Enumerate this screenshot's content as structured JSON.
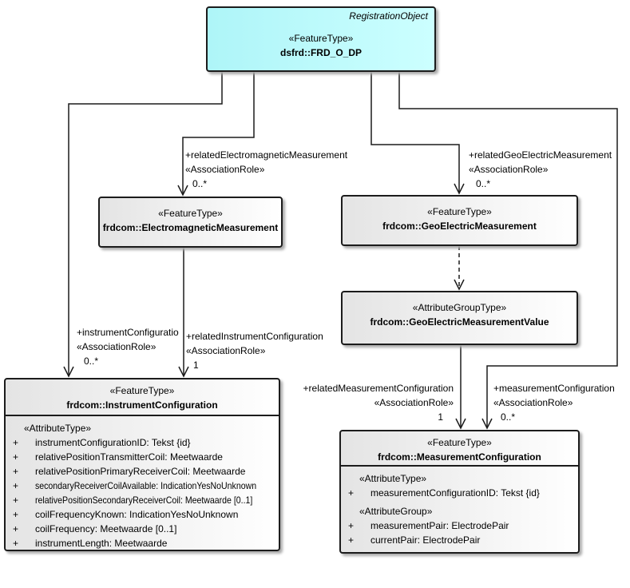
{
  "nodes": {
    "frd_o_dp": {
      "tag": "RegistrationObject",
      "stereotype": "«FeatureType»",
      "name": "dsfrd::FRD_O_DP"
    },
    "electromagnetic_measurement": {
      "stereotype": "«FeatureType»",
      "name": "frdcom::ElectromagneticMeasurement"
    },
    "geo_electric_measurement": {
      "stereotype": "«FeatureType»",
      "name": "frdcom::GeoElectricMeasurement"
    },
    "geo_electric_measurement_value": {
      "stereotype": "«AttributeGroupType»",
      "name": "frdcom::GeoElectricMeasurementValue"
    },
    "instrument_configuration": {
      "stereotype": "«FeatureType»",
      "name": "frdcom::InstrumentConfiguration",
      "attr_header": "«AttributeType»",
      "attributes": [
        {
          "vis": "+",
          "text": "instrumentConfigurationID: Tekst {id}"
        },
        {
          "vis": "+",
          "text": "relativePositionTransmitterCoil: Meetwaarde"
        },
        {
          "vis": "+",
          "text": "relativePositionPrimaryReceiverCoil: Meetwaarde"
        },
        {
          "vis": "+",
          "text": "secondaryReceiverCoilAvailable: IndicationYesNoUnknown"
        },
        {
          "vis": "+",
          "text": "relativePositionSecondaryReceiverCoil: Meetwaarde [0..1]"
        },
        {
          "vis": "+",
          "text": "coilFrequencyKnown: IndicationYesNoUnknown"
        },
        {
          "vis": "+",
          "text": "coilFrequency: Meetwaarde [0..1]"
        },
        {
          "vis": "+",
          "text": "instrumentLength: Meetwaarde"
        }
      ]
    },
    "measurement_configuration": {
      "stereotype": "«FeatureType»",
      "name": "frdcom::MeasurementConfiguration",
      "attr_type_header": "«AttributeType»",
      "attr_type_rows": [
        {
          "vis": "+",
          "text": "measurementConfigurationID: Tekst {id}"
        }
      ],
      "attr_group_header": "«AttributeGroup»",
      "attr_group_rows": [
        {
          "vis": "+",
          "text": "measurementPair: ElectrodePair"
        },
        {
          "vis": "+",
          "text": "currentPair: ElectrodePair"
        }
      ]
    }
  },
  "associations": {
    "related_electromagnetic_measurement": {
      "role": "+relatedElectromagneticMeasurement",
      "stereotype": "«AssociationRole»",
      "multiplicity": "0..*"
    },
    "related_geo_electric_measurement": {
      "role": "+relatedGeoElectricMeasurement",
      "stereotype": "«AssociationRole»",
      "multiplicity": "0..*"
    },
    "instrument_configuration_role": {
      "role": "+instrumentConfiguratio",
      "stereotype": "«AssociationRole»",
      "multiplicity": "0..*"
    },
    "related_instrument_configuration": {
      "role": "+relatedInstrumentConfiguration",
      "stereotype": "«AssociationRole»",
      "multiplicity": "1"
    },
    "related_measurement_configuration": {
      "role": "+relatedMeasurementConfiguration",
      "stereotype": "«AssociationRole»",
      "multiplicity": "1"
    },
    "measurement_configuration_role": {
      "role": "+measurementConfiguration",
      "stereotype": "«AssociationRole»",
      "multiplicity": "0..*"
    }
  }
}
